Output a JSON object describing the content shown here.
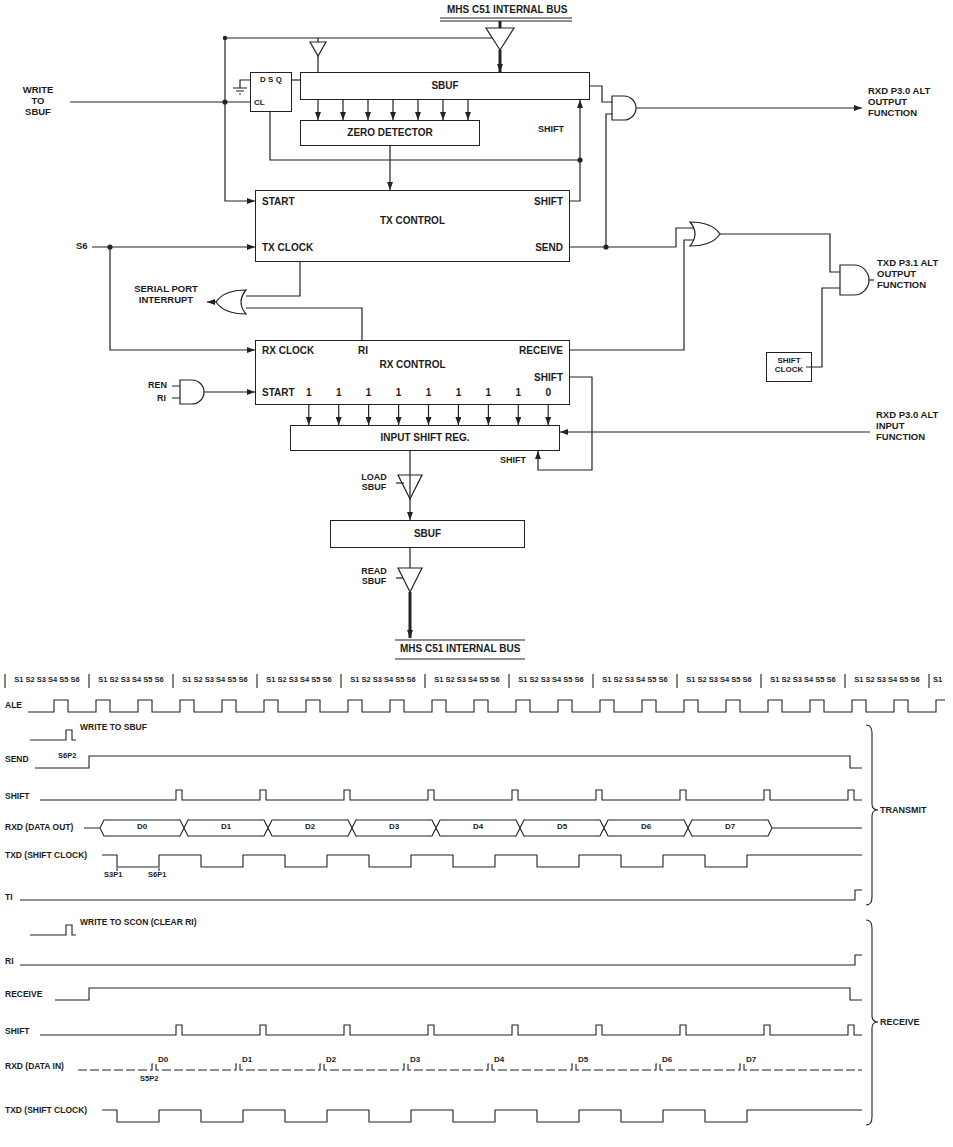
{
  "diagram": {
    "nodes": [
      {
        "text": [
          "SBUF"
        ]
      },
      {
        "text": [
          "D S Q",
          "CL"
        ]
      },
      {
        "text": [
          "ZERO DETECTOR"
        ]
      },
      {
        "text": [
          "START",
          "SHIFT",
          "TX CONTROL",
          "TX CLOCK",
          "SEND"
        ]
      },
      {
        "text": [
          "RX CLOCK",
          "RI",
          "RECEIVE",
          "RX CONTROL",
          "SHIFT",
          "START",
          "1 1 1 1 1 1 1 1 0"
        ]
      },
      {
        "text": [
          "INPUT SHIFT REG."
        ]
      },
      {
        "text": [
          "SBUF"
        ]
      },
      {
        "text": [
          "SHIFT CLOCK"
        ]
      }
    ],
    "edges": [
      {
        "from": 0,
        "to": 2,
        "arrow": "to"
      },
      {
        "from": 0,
        "to": 2,
        "arrow": "to"
      },
      {
        "from": 0,
        "to": 2,
        "arrow": "to"
      },
      {
        "from": 0,
        "to": 2,
        "arrow": "to"
      },
      {
        "from": 0,
        "to": 2,
        "arrow": "to"
      },
      {
        "from": 0,
        "to": 2,
        "arrow": "to"
      },
      {
        "from": 0,
        "to": 2,
        "arrow": "to"
      },
      {
        "from": 1,
        "to": 0,
        "arrow": "none"
      },
      {
        "from": 2,
        "to": 3,
        "arrow": "to"
      },
      {
        "from": 3,
        "to": 0,
        "arrow": "to"
      },
      {
        "from": 4,
        "to": 5,
        "arrow": "to"
      },
      {
        "from": 4,
        "to": 5,
        "arrow": "to"
      },
      {
        "from": 4,
        "to": 5,
        "arrow": "to"
      },
      {
        "from": 4,
        "to": 5,
        "arrow": "to"
      },
      {
        "from": 4,
        "to": 5,
        "arrow": "to"
      },
      {
        "from": 4,
        "to": 5,
        "arrow": "to"
      },
      {
        "from": 4,
        "to": 5,
        "arrow": "to"
      },
      {
        "from": 4,
        "to": 5,
        "arrow": "to"
      },
      {
        "from": 4,
        "to": 5,
        "arrow": "to"
      },
      {
        "from": 4,
        "to": 5,
        "arrow": "to"
      },
      {
        "from": 5,
        "to": 6,
        "arrow": "to"
      }
    ],
    "labels": [
      "MHS C51 INTERNAL BUS",
      "WRITE TO SBUF",
      "SHIFT",
      "RXD P3.0 ALT OUTPUT FUNCTION",
      "S6",
      "SERIAL PORT INTERRUPT",
      "TXD P3.1 ALT OUTPUT FUNCTION",
      "REN",
      "RI",
      "RXD P3.0 ALT INPUT FUNCTION",
      "SHIFT",
      "LOAD SBUF",
      "READ SBUF",
      "MHS C51 INTERNAL BUS",
      "S1 S2 S3 S4 S5 S6",
      "S1 S2 S3 S4 S5 S6",
      "S1 S2 S3 S4 S5 S6",
      "S1 S2 S3 S4 S5 S6",
      "S1 S2 S3 S4 S5 S6",
      "S1 S2 S3 S4 S5 S6",
      "S1 S2 S3 S4 S5 S6",
      "S1 S2 S3 S4 S5 S6",
      "S1 S2 S3 S4 S5 S6",
      "S1 S2 S3 S4 S5 S6",
      "S1 S2 S3 S4 S5 S6",
      "S1",
      "ALE",
      "WRITE TO SBUF",
      "SEND",
      "S6P2",
      "SHIFT",
      "RXD (DATA OUT)",
      "D0",
      "D1",
      "D2",
      "D3",
      "D4",
      "D5",
      "D6",
      "D7",
      "TXD (SHIFT CLOCK)",
      "S3P1",
      "S6P1",
      "TI",
      "TRANSMIT",
      "WRITE TO SCON (CLEAR RI)",
      "RI",
      "RECEIVE",
      "SHIFT",
      "RXD (DATA IN)",
      "D0",
      "D1",
      "D2",
      "D3",
      "D4",
      "D5",
      "D6",
      "D7",
      "S5P2",
      "TXD (SHIFT CLOCK)",
      "RECEIVE"
    ]
  }
}
